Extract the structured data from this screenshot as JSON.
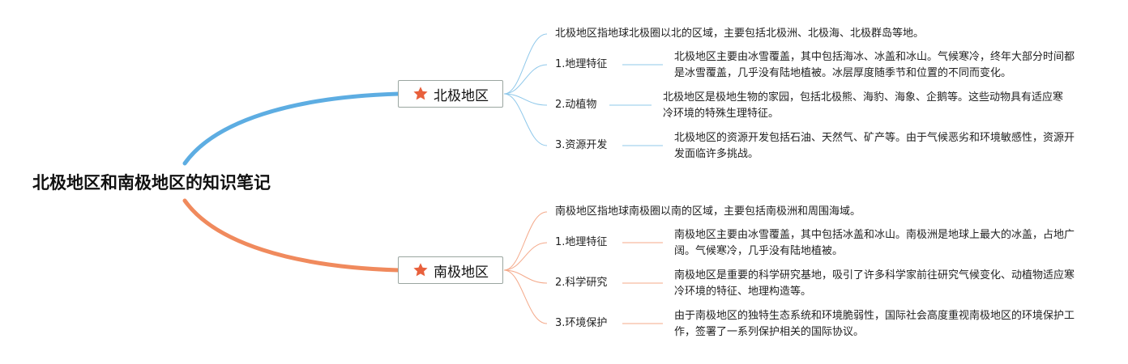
{
  "title": "北极地区和南极地区的知识笔记",
  "colors": {
    "arctic": "#5dade2",
    "antarctic": "#f08a5d",
    "star": "#e8603c"
  },
  "arctic": {
    "label": "北极地区",
    "icon": "star-icon",
    "summary": "北极地区指地球北极圈以北的区域，主要包括北极洲、北极海、北极群岛等地。",
    "topics": [
      {
        "label": "1.地理特征",
        "detail": "北极地区主要由冰雪覆盖，其中包括海冰、冰盖和冰山。气候寒冷，终年大部分时间都是冰雪覆盖，几乎没有陆地植被。冰层厚度随季节和位置的不同而变化。"
      },
      {
        "label": "2.动植物",
        "detail": "北极地区是极地生物的家园，包括北极熊、海豹、海象、企鹅等。这些动物具有适应寒冷环境的特殊生理特征。"
      },
      {
        "label": "3.资源开发",
        "detail": "北极地区的资源开发包括石油、天然气、矿产等。由于气候恶劣和环境敏感性，资源开发面临许多挑战。"
      }
    ]
  },
  "antarctic": {
    "label": "南极地区",
    "icon": "star-icon",
    "summary": "南极地区指地球南极圈以南的区域，主要包括南极洲和周围海域。",
    "topics": [
      {
        "label": "1.地理特征",
        "detail": "南极地区主要由冰雪覆盖，其中包括冰盖和冰山。南极洲是地球上最大的冰盖，占地广阔。气候寒冷，几乎没有陆地植被。"
      },
      {
        "label": "2.科学研究",
        "detail": "南极地区是重要的科学研究基地，吸引了许多科学家前往研究气候变化、动植物适应寒冷环境的特征、地理构造等。"
      },
      {
        "label": "3.环境保护",
        "detail": "由于南极地区的独特生态系统和环境脆弱性，国际社会高度重视南极地区的环境保护工作，签署了一系列保护相关的国际协议。"
      }
    ]
  }
}
